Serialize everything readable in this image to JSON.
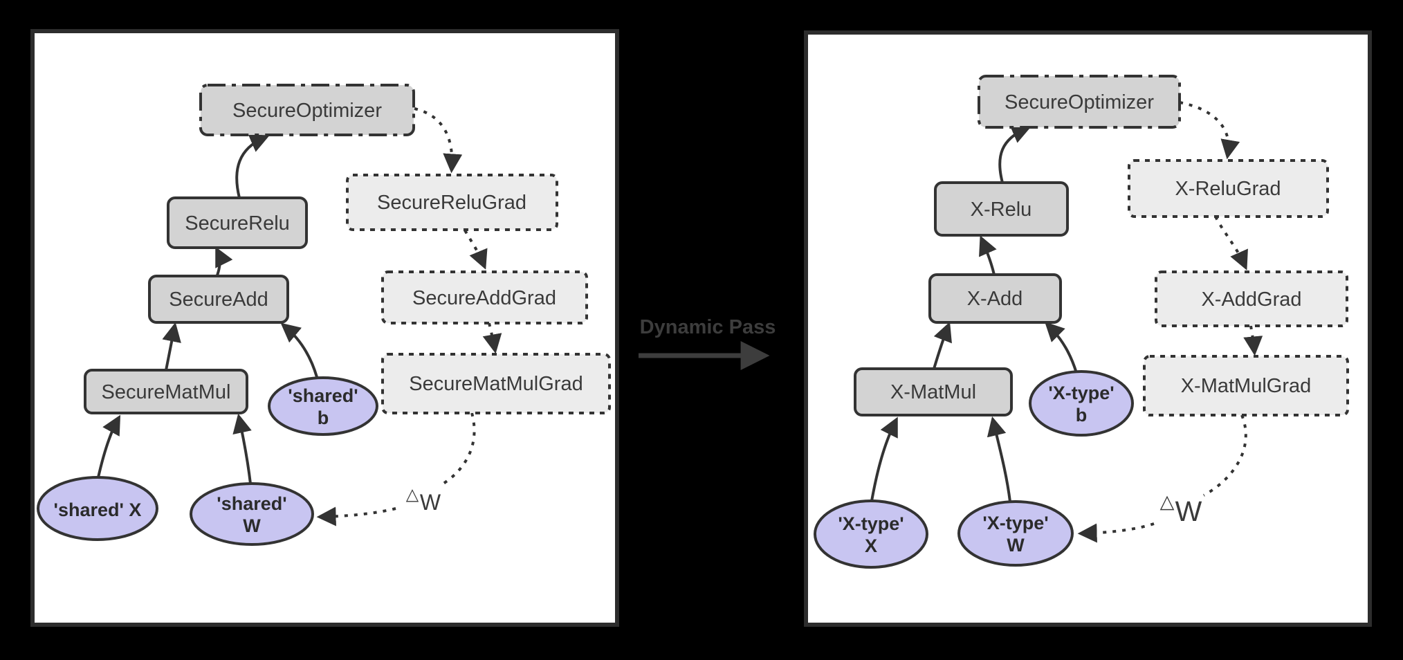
{
  "colors": {
    "canvas_bg": "#000000",
    "panel_bg": "#ffffff",
    "panel_border": "#2d2d2d",
    "op_node_fill": "#d3d3d3",
    "grad_node_fill": "#ececec",
    "tensor_node_fill": "#c8c5f1",
    "edge_stroke": "#333333",
    "transition_text": "#3d3d3d"
  },
  "transition": {
    "label": "Dynamic Pass"
  },
  "left": {
    "optimizer": "SecureOptimizer",
    "relu": "SecureRelu",
    "add": "SecureAdd",
    "matmul": "SecureMatMul",
    "relu_grad": "SecureReluGrad",
    "add_grad": "SecureAddGrad",
    "matmul_grad": "SecureMatMulGrad",
    "tensor_x": "'shared' X",
    "tensor_w_line1": "'shared'",
    "tensor_w_line2": "W",
    "tensor_b_line1": "'shared'",
    "tensor_b_line2": "b",
    "delta_symbol": "△",
    "delta_letter": "W"
  },
  "right": {
    "optimizer": "SecureOptimizer",
    "relu": "X-Relu",
    "add": "X-Add",
    "matmul": "X-MatMul",
    "relu_grad": "X-ReluGrad",
    "add_grad": "X-AddGrad",
    "matmul_grad": "X-MatMulGrad",
    "tensor_x_line1": "'X-type'",
    "tensor_x_line2": "X",
    "tensor_w_line1": "'X-type'",
    "tensor_w_line2": "W",
    "tensor_b_line1": "'X-type'",
    "tensor_b_line2": "b",
    "delta_symbol": "△",
    "delta_letter": "W"
  }
}
